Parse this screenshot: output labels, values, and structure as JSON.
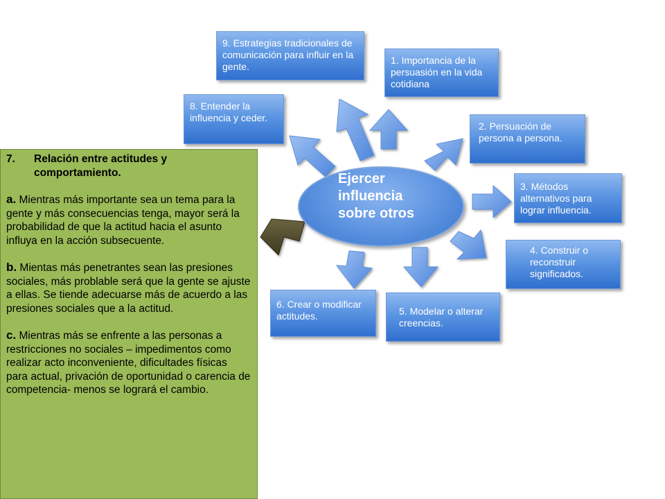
{
  "center": {
    "line1": "Ejercer",
    "line2": "influencia",
    "line3": "sobre otros"
  },
  "boxes": {
    "b1": "1. Importancia de la persuasión en la vida cotidiana",
    "b2": "2. Persuación de persona a persona.",
    "b3": "3. Métodos alternativos para lograr influencia.",
    "b4": "4. Construir o reconstruir significados.",
    "b5": "5. Modelar o alterar creencias.",
    "b6": "6. Crear o modificar actitudes.",
    "b8": "8. Entender la influencia y ceder.",
    "b9": "9. Estrategias tradicionales de comunicación para influir en la gente."
  },
  "panel": {
    "number": "7.",
    "title": "Relación entre actitudes y comportamiento.",
    "a_letter": "a.",
    "a_text": " Mientras más importante sea un tema para la gente y más consecuencias tenga, mayor será la probabilidad de que la actitud hacia el asunto influya en la acción subsecuente.",
    "b_letter": "b.",
    "b_text": " Mientas más penetrantes sean las presiones sociales, más problable será que la gente se ajuste a ellas. Se tiende adecuarse más de acuerdo a las presiones sociales que a la actitud.",
    "c_letter": "c.",
    "c_text": " Mientras más se enfrente a las personas a restricciones no sociales – impedimentos como realizar acto inconveniente, dificultades físicas para actual, privación de oportunidad o carencia de competencia- menos se logrará el cambio."
  },
  "colors": {
    "box_blue": "#4f86dc",
    "arrow_blue": "#6c9de3",
    "panel_green": "#9bbb59",
    "arrow_olive": "#4f4a2c"
  }
}
